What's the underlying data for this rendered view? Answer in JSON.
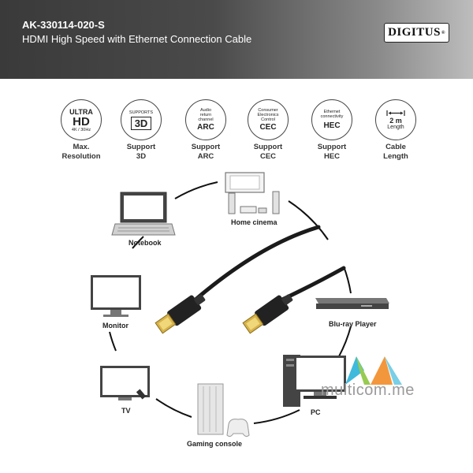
{
  "header": {
    "sku": "AK-330114-020-S",
    "subtitle": "HDMI High Speed with Ethernet Connection Cable",
    "brand": "DIGITUS",
    "brand_mark": "®"
  },
  "features": [
    {
      "icon": "ultra-hd-icon",
      "line1": "ULTRA",
      "line2": "HD",
      "line3": "4K / 30Hz",
      "label1": "Max.",
      "label2": "Resolution"
    },
    {
      "icon": "3d-icon",
      "line1": "SUPPORTS",
      "line2": "3D",
      "label1": "Support",
      "label2": "3D"
    },
    {
      "icon": "arc-icon",
      "line1": "Audio",
      "line1b": "return",
      "line1c": "channel",
      "line2": "ARC",
      "label1": "Support",
      "label2": "ARC"
    },
    {
      "icon": "cec-icon",
      "line1": "Consumer",
      "line1b": "Electronics",
      "line1c": "Control",
      "line2": "CEC",
      "label1": "Support",
      "label2": "CEC"
    },
    {
      "icon": "hec-icon",
      "line1": "Ethernet",
      "line1b": "connectivity",
      "line2": "HEC",
      "label1": "Support",
      "label2": "HEC"
    },
    {
      "icon": "length-icon",
      "line1": "2 m",
      "line2": "Length",
      "label1": "Cable",
      "label2": "Length"
    }
  ],
  "devices": {
    "home_cinema": "Home cinema",
    "notebook": "Notebook",
    "monitor": "Monitor",
    "bluray": "Blu-ray Player",
    "tv": "TV",
    "gaming": "Gaming console",
    "pc": "PC"
  },
  "watermark": "multicom.me",
  "colors": {
    "header_dark": "#3a3a3a",
    "watermark_cyan": "#2bb3d9",
    "watermark_green": "#8cc63f",
    "watermark_orange": "#f28c28"
  }
}
